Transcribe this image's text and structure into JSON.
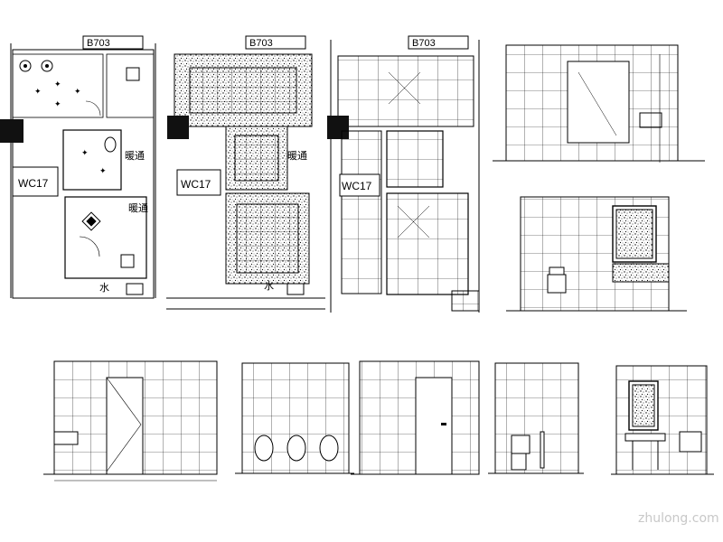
{
  "drawing": {
    "room_code": "B703",
    "area_label": "WC17",
    "hvac_label": "暖通",
    "water_label": "水",
    "watermark": "zhulong.com"
  },
  "views": [
    {
      "id": "plan-layout",
      "type": "floor-plan"
    },
    {
      "id": "plan-ceiling",
      "type": "floor-plan"
    },
    {
      "id": "plan-floor-tiles",
      "type": "floor-plan"
    },
    {
      "id": "elev-a",
      "type": "elevation"
    },
    {
      "id": "elev-b",
      "type": "elevation"
    },
    {
      "id": "elev-c",
      "type": "elevation"
    },
    {
      "id": "elev-d",
      "type": "elevation"
    },
    {
      "id": "elev-e",
      "type": "elevation"
    },
    {
      "id": "elev-f",
      "type": "elevation"
    },
    {
      "id": "elev-g",
      "type": "elevation"
    }
  ],
  "colors": {
    "line": "#000000",
    "fill_dark": "#111111",
    "watermark": "#c8c8c8"
  }
}
